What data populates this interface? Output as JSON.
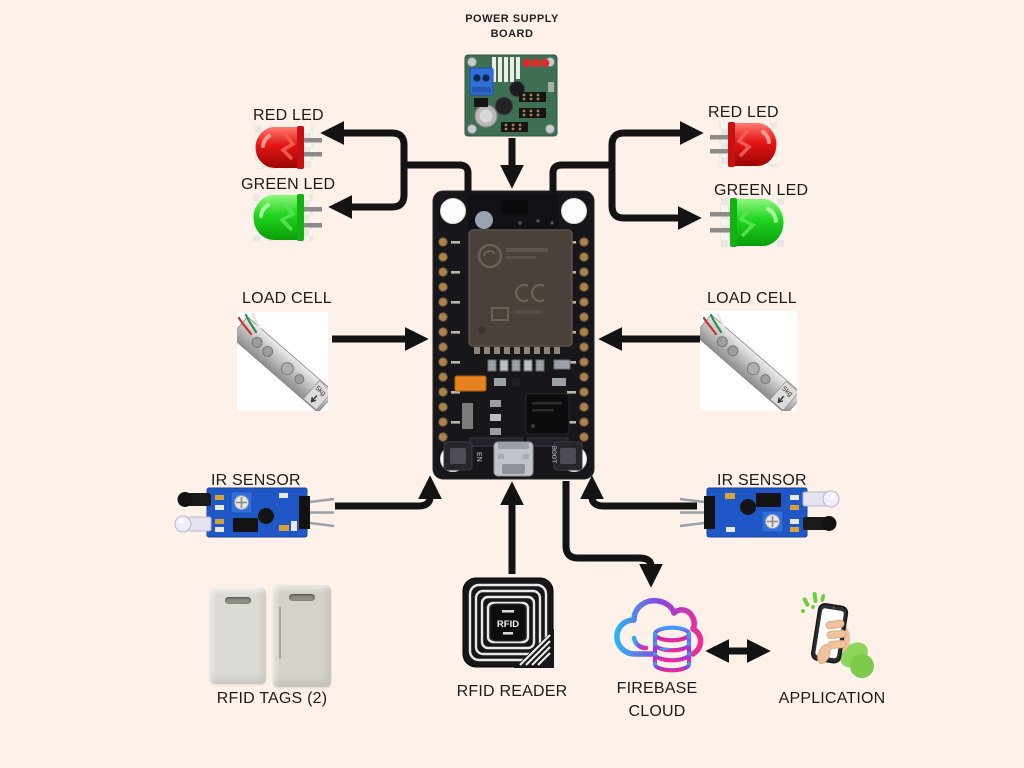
{
  "colors": {
    "background": "#FDF1EA",
    "arrow": "#131313",
    "label_text": "#1C1C1C",
    "red_led": "#E31515",
    "green_led": "#1FD41F",
    "psu_pcb_green": "#3E6F53",
    "ir_pcb_blue": "#2057C7",
    "esp32_board_black": "#17171B",
    "cloud_gradient_start": "#2BB3F0",
    "cloud_gradient_end": "#EF2D96",
    "app_green": "#7ED348"
  },
  "nodes": {
    "power_supply": {
      "label_line1": "POWER SUPPLY",
      "label_line2": "BOARD"
    },
    "red_led_left": {
      "label": "RED LED"
    },
    "green_led_left": {
      "label": "GREEN LED"
    },
    "red_led_right": {
      "label": "RED LED"
    },
    "green_led_right": {
      "label": "GREEN LED"
    },
    "load_cell_left": {
      "label": "LOAD CELL",
      "badge": "5kg"
    },
    "load_cell_right": {
      "label": "LOAD CELL",
      "badge": "5kg"
    },
    "ir_sensor_left": {
      "label": "IR SENSOR"
    },
    "ir_sensor_right": {
      "label": "IR SENSOR"
    },
    "rfid_tags": {
      "label": "RFID TAGS (2)"
    },
    "rfid_reader": {
      "label": "RFID READER",
      "chip_text": "RFID"
    },
    "firebase": {
      "label_line1": "FIREBASE",
      "label_line2": "CLOUD"
    },
    "application": {
      "label": "APPLICATION"
    },
    "esp32": {
      "button_en_label": "EN",
      "button_boot_label": "BOOT"
    }
  }
}
